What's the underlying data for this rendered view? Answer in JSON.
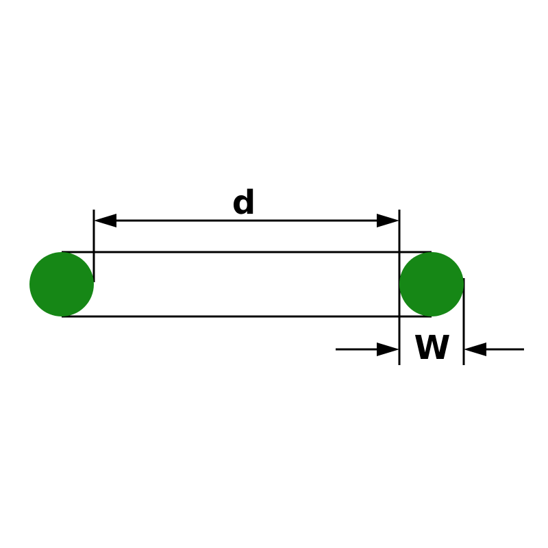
{
  "diagram": {
    "type": "o-ring-dimension-drawing",
    "labels": {
      "inner_diameter": "d",
      "cross_section_width": "W"
    },
    "colors": {
      "ring_fill": "#168716",
      "line": "#000000",
      "background": "#ffffff"
    }
  }
}
